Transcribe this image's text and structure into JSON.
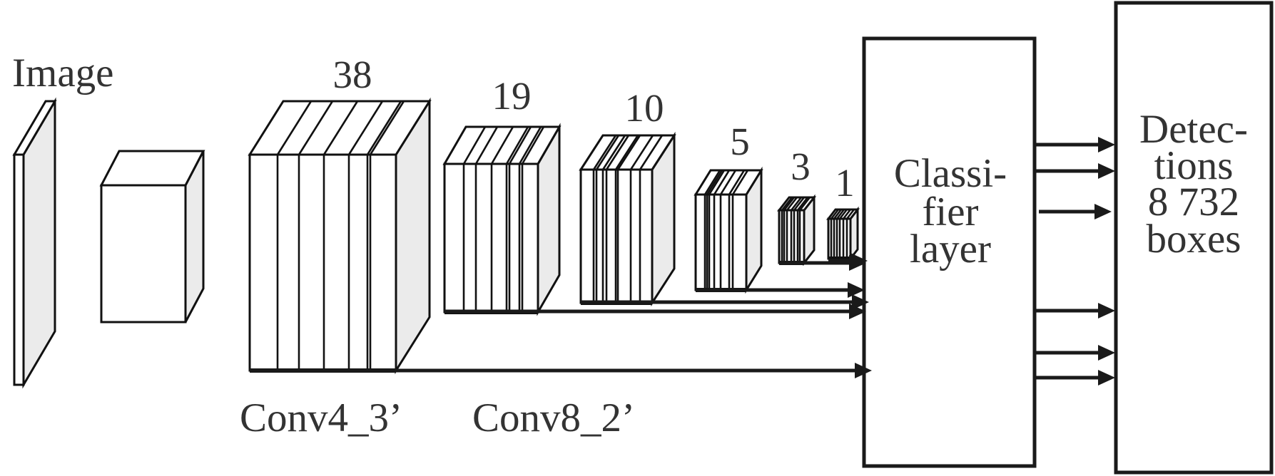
{
  "diagram": {
    "input_label": "Image",
    "feature_maps": [
      {
        "id": "fm38",
        "size_label": "38",
        "slices": 7
      },
      {
        "id": "fm19",
        "size_label": "19",
        "slices": 8
      },
      {
        "id": "fm10",
        "size_label": "10",
        "slices": 10
      },
      {
        "id": "fm5",
        "size_label": "5",
        "slices": 10
      },
      {
        "id": "fm3",
        "size_label": "3",
        "slices": 8
      },
      {
        "id": "fm1",
        "size_label": "1",
        "slices": 8
      }
    ],
    "layer_labels": {
      "conv4": "Conv4_3’",
      "conv8": "Conv8_2’"
    },
    "classifier": {
      "lines": [
        "Classi-",
        "fier",
        "layer"
      ]
    },
    "detections": {
      "lines": [
        "Detec-",
        "tions",
        "8 732",
        "boxes"
      ]
    },
    "arrows_into_classifier": 6,
    "arrows_into_detections": 6,
    "colors": {
      "stroke": "#111111",
      "side_face": "#ebebeb",
      "text": "#333333",
      "background": "#ffffff"
    }
  }
}
